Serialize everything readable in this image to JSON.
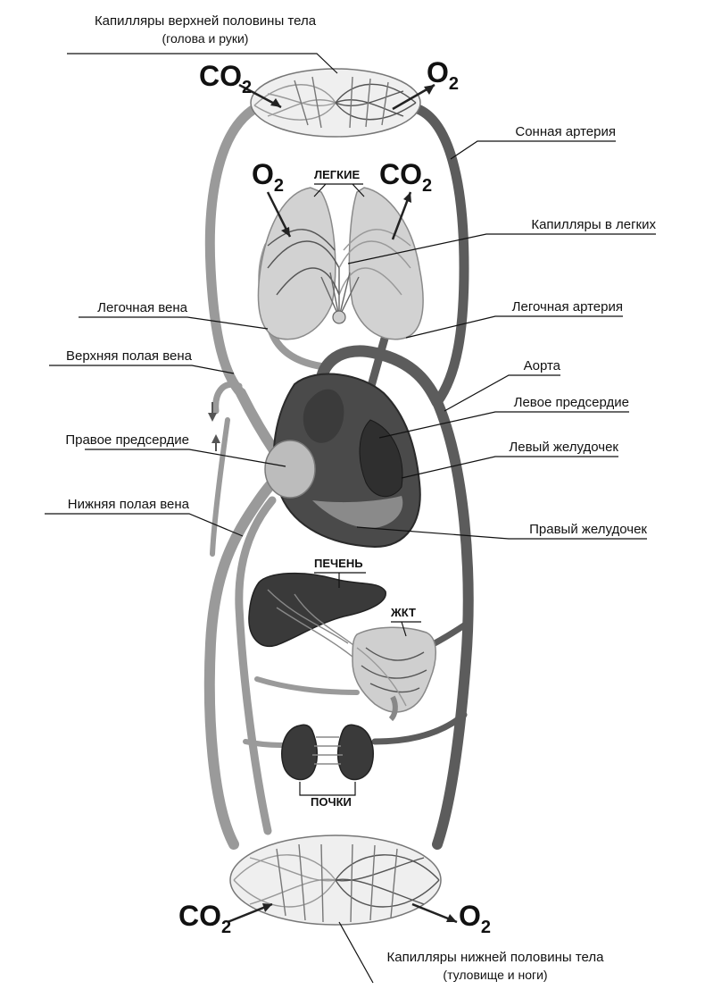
{
  "labels": {
    "upper_caps_line1": "Капилляры верхней половины тела",
    "upper_caps_line2": "(голова и руки)",
    "carotid": "Сонная артерия",
    "lung_caps": "Капилляры в легких",
    "pulm_vein": "Легочная вена",
    "pulm_artery": "Легочная артерия",
    "svc": "Верхняя полая вена",
    "aorta": "Аорта",
    "left_atrium": "Левое предсердие",
    "right_atrium": "Правое предсердие",
    "left_ventricle": "Левый желудочек",
    "ivc": "Нижняя полая вена",
    "right_ventricle": "Правый желудочек",
    "lower_caps_line1": "Капилляры нижней половины тела",
    "lower_caps_line2": "(туловище и ноги)"
  },
  "organs": {
    "lungs": "ЛЕГКИЕ",
    "liver": "ПЕЧЕНЬ",
    "gi": "ЖКТ",
    "kidneys": "ПОЧКИ"
  },
  "gases": {
    "co2_main": "CO",
    "co2_sub": "2",
    "o2_main": "O",
    "o2_sub": "2"
  },
  "colors": {
    "venous_blood": "#9a9a9a",
    "arterial_blood": "#5c5c5c",
    "organ_dark": "#3a3a3a",
    "organ_light": "#c8c8c8"
  }
}
